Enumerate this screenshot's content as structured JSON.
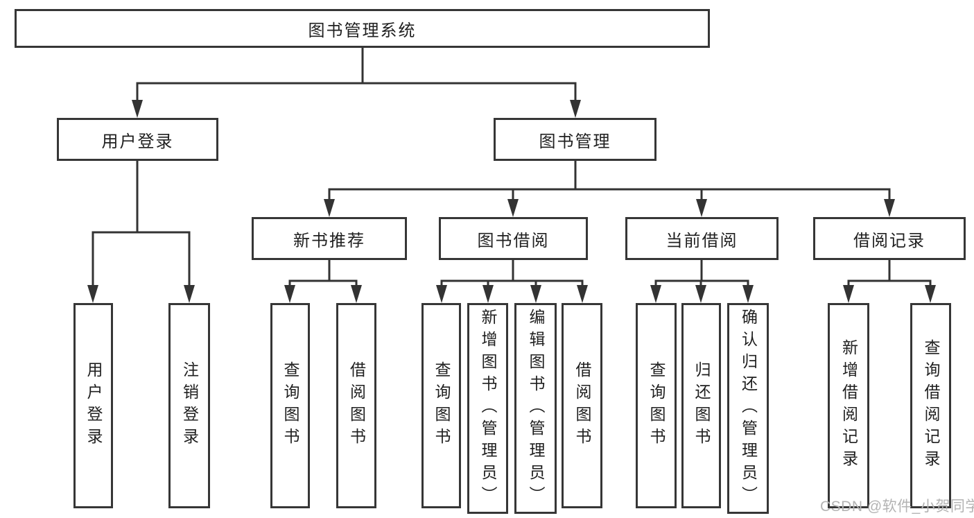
{
  "tree": {
    "label": "图书管理系统",
    "children": [
      {
        "label": "用户登录",
        "children": [
          {
            "label": "用户登录"
          },
          {
            "label": "注销登录"
          }
        ]
      },
      {
        "label": "图书管理",
        "children": [
          {
            "label": "新书推荐",
            "children": [
              {
                "label": "查询图书"
              },
              {
                "label": "借阅图书"
              }
            ]
          },
          {
            "label": "图书借阅",
            "children": [
              {
                "label": "查询图书"
              },
              {
                "label": "新增图书（管理员）"
              },
              {
                "label": "编辑图书（管理员）"
              },
              {
                "label": "借阅图书"
              }
            ]
          },
          {
            "label": "当前借阅",
            "children": [
              {
                "label": "查询图书"
              },
              {
                "label": "归还图书"
              },
              {
                "label": "确认归还（管理员）"
              }
            ]
          },
          {
            "label": "借阅记录",
            "children": [
              {
                "label": "新增借阅记录"
              },
              {
                "label": "查询借阅记录"
              }
            ]
          }
        ]
      }
    ]
  },
  "watermark": {
    "text": "CSDN @软件_小贺同学"
  },
  "colors": {
    "line": "#333333",
    "box_border": "#363636",
    "text": "#1f1f1f",
    "watermark": "#b3b3b3",
    "background": "#ffffff"
  }
}
